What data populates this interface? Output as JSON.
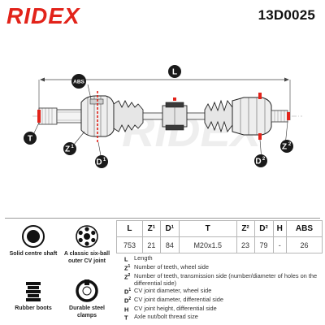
{
  "brand": {
    "logo_text": "RIDEX",
    "part_number": "13D0025",
    "accent_color": "#e2231a"
  },
  "diagram": {
    "callouts": {
      "length": "L",
      "teeth_wheel": "Z",
      "teeth_wheel_sup": "1",
      "teeth_trans": "Z",
      "teeth_trans_sup": "2",
      "diam_wheel": "D",
      "diam_wheel_sup": "1",
      "diam_diff": "D",
      "diam_diff_sup": "2",
      "thread": "T",
      "abs": "ABS"
    },
    "watermark_text": "RIDEX",
    "badge_color": "#1a1a1a",
    "marker_color": "#e2231a"
  },
  "specs": {
    "headers": [
      "L",
      "Z¹",
      "D¹",
      "T",
      "Z²",
      "D²",
      "H",
      "ABS"
    ],
    "values": [
      "753",
      "21",
      "84",
      "M20x1.5",
      "23",
      "79",
      "-",
      "26"
    ]
  },
  "features": [
    {
      "label": "Solid centre shaft",
      "icon": "solid-shaft-icon"
    },
    {
      "label": "A classic six-ball outer CV joint",
      "icon": "six-ball-joint-icon"
    },
    {
      "label": "Rubber boots",
      "icon": "rubber-boot-icon"
    },
    {
      "label": "Durable steel clamps",
      "icon": "steel-clamp-icon"
    }
  ],
  "legend": [
    {
      "key": "L",
      "sup": "",
      "text": "Length"
    },
    {
      "key": "Z",
      "sup": "1",
      "text": "Number of teeth, wheel side"
    },
    {
      "key": "Z",
      "sup": "2",
      "text": "Number of teeth, transmission side (number/diameter of holes on the differential side)"
    },
    {
      "key": "D",
      "sup": "1",
      "text": "CV joint diameter, wheel side"
    },
    {
      "key": "D",
      "sup": "2",
      "text": "CV joint diameter, differential side"
    },
    {
      "key": "H",
      "sup": "",
      "text": "CV joint height, differential side"
    },
    {
      "key": "T",
      "sup": "",
      "text": "Axle nut/bolt thread size"
    }
  ]
}
